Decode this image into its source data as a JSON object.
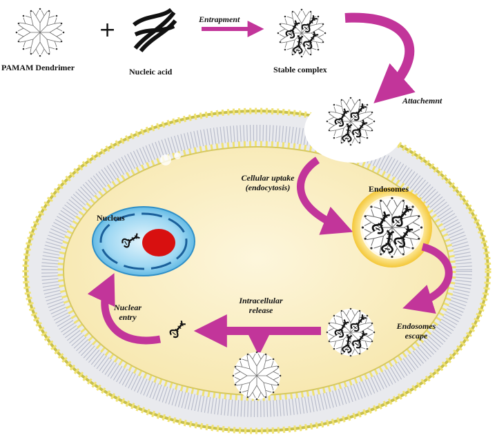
{
  "labels": {
    "pamam_dendrimer": "PAMAM Dendrimer",
    "plus": "+",
    "nucleic_acid": "Nucleic acid",
    "entrapment": "Entrapment",
    "stable_complex": "Stable complex",
    "attachment": "Attachemnt",
    "cellular_uptake_line1": "Cellular uptake",
    "cellular_uptake_line2": "(endocytosis)",
    "endosomes": "Endosomes",
    "nucleus": "Nucleus",
    "endosomes_escape_line1": "Endosomes",
    "endosomes_escape_line2": "escape",
    "intracellular_release_line1": "Intracellular",
    "intracellular_release_line2": "release",
    "nuclear_entry_line1": "Nuclear",
    "nuclear_entry_line2": "entry"
  },
  "colors": {
    "arrow": "#c2359a",
    "membrane_head": "#f2e27a",
    "membrane_tail": "#a9b0c0",
    "cytoplasm": "#fbf1c9",
    "nucleus": "#6dbfe8",
    "nucleolus": "#e01515",
    "endosome": "#f4c319"
  },
  "icons": [
    "dendrimer-icon",
    "dna-icon",
    "arrow-icon"
  ]
}
